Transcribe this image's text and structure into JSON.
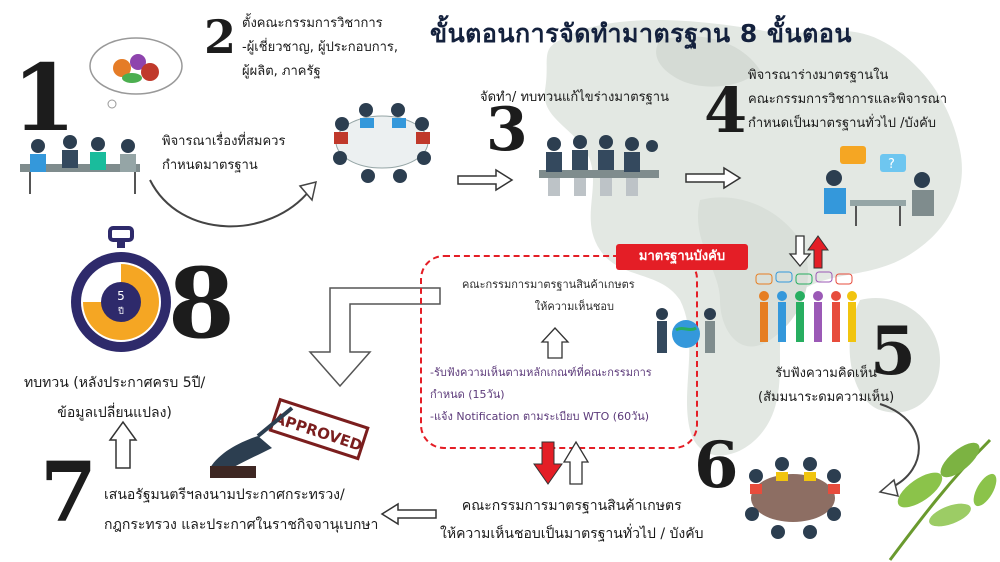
{
  "title": "ขั้นตอนการจัดทำมาตรฐาน 8 ขั้นตอน",
  "colors": {
    "accent_red": "#e41e26",
    "dark_text": "#14213d",
    "timer_orange": "#f5a623",
    "timer_navy": "#2e2a6b",
    "leaf_green": "#7cb342",
    "map_gray": "#dfe5e0"
  },
  "steps": [
    {
      "number": "1",
      "lines": [
        "พิจารณาเรื่องที่สมควร",
        "กำหนดมาตรฐาน"
      ],
      "icon": "meeting-people-icon"
    },
    {
      "number": "2",
      "lines": [
        "ตั้งคณะกรรมการวิชาการ",
        "-ผู้เชี่ยวชาญ, ผู้ประกอบการ,",
        "ผู้ผลิต, ภาครัฐ"
      ],
      "icon": "committee-table-icon"
    },
    {
      "number": "3",
      "lines": [
        "จัดทำ/ ทบทวนแก้ไขร่างมาตรฐาน"
      ],
      "icon": "working-group-icon"
    },
    {
      "number": "4",
      "lines": [
        "พิจารณาร่างมาตรฐานใน",
        "คณะกรรมการวิชาการและพิจารณา",
        "กำหนดเป็นมาตรฐานทั่วไป /บังคับ"
      ],
      "icon": "discussion-icon"
    },
    {
      "number": "5",
      "lines": [
        "รับฟังความคิดเห็น",
        "(สัมมนาระดมความเห็น)"
      ],
      "icon": "public-hearing-icon"
    },
    {
      "number": "6",
      "lines": [
        "คณะกรรมการมาตรฐานสินค้าเกษตร",
        "ให้ความเห็นชอบเป็นมาตรฐานทั่วไป / บังคับ"
      ],
      "icon": "board-meeting-icon"
    },
    {
      "number": "7",
      "lines": [
        "เสนอรัฐมนตรีฯลงนามประกาศกระทรวง/",
        "กฎกระทรวง และประกาศในราชกิจจานุเบกษา"
      ],
      "icon": "approved-stamp-icon"
    },
    {
      "number": "8",
      "lines": [
        "ทบทวน (หลังประกาศครบ 5ปี/",
        "ข้อมูลเปลี่ยนแปลง)"
      ],
      "icon": "stopwatch-icon"
    }
  ],
  "mandatory": {
    "badge": "มาตรฐานบังคับ",
    "approval_lines": [
      "คณะกรรมการมาตรฐานสินค้าเกษตร",
      "ให้ความเห็นชอบ"
    ],
    "notes": [
      "-รับฟังความเห็นตามหลักเกณฑ์ที่คณะกรรมการ",
      "กำหนด (15วัน)",
      "-แจ้ง Notification ตามระเบียบ WTO (60วัน)"
    ]
  },
  "timer": {
    "value": "5",
    "unit": "ปี",
    "progress": 0.75
  },
  "stamp_text": "APPROVED"
}
